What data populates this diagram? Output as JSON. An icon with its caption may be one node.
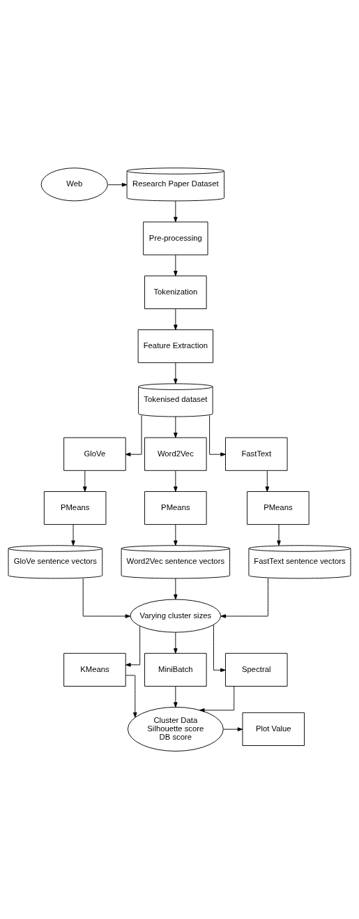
{
  "diagram": {
    "nodes": [
      {
        "text": [
          "Web"
        ]
      },
      {
        "text": [
          "Research Paper Dataset"
        ]
      },
      {
        "text": [
          "Pre-processing"
        ]
      },
      {
        "text": [
          "Tokenization"
        ]
      },
      {
        "text": [
          "Feature Extraction"
        ]
      },
      {
        "text": [
          "Tokenised dataset"
        ]
      },
      {
        "text": [
          "GloVe"
        ]
      },
      {
        "text": [
          "Word2Vec"
        ]
      },
      {
        "text": [
          "FastText"
        ]
      },
      {
        "text": [
          "PMeans"
        ]
      },
      {
        "text": [
          "PMeans"
        ]
      },
      {
        "text": [
          "PMeans"
        ]
      },
      {
        "text": [
          "GloVe sentence vectors"
        ]
      },
      {
        "text": [
          "Word2Vec sentence vectors"
        ]
      },
      {
        "text": [
          "FastText sentence vectors"
        ]
      },
      {
        "text": [
          "Varying cluster sizes"
        ]
      },
      {
        "text": [
          "KMeans"
        ]
      },
      {
        "text": [
          "MiniBatch"
        ]
      },
      {
        "text": [
          "Spectral"
        ]
      },
      {
        "text": [
          "Cluster Data",
          "Silhouette score",
          "DB score"
        ]
      },
      {
        "text": [
          "Plot Value"
        ]
      }
    ],
    "edges": [
      {
        "from": 0,
        "to": 1,
        "arrow": "to"
      },
      {
        "from": 1,
        "to": 2,
        "arrow": "to"
      },
      {
        "from": 2,
        "to": 3,
        "arrow": "to"
      },
      {
        "from": 3,
        "to": 4,
        "arrow": "to"
      },
      {
        "from": 4,
        "to": 5,
        "arrow": "to"
      },
      {
        "from": 5,
        "to": 6,
        "arrow": "to"
      },
      {
        "from": 5,
        "to": 7,
        "arrow": "to"
      },
      {
        "from": 5,
        "to": 8,
        "arrow": "to"
      },
      {
        "from": 6,
        "to": 9,
        "arrow": "to"
      },
      {
        "from": 7,
        "to": 10,
        "arrow": "to"
      },
      {
        "from": 8,
        "to": 11,
        "arrow": "to"
      },
      {
        "from": 9,
        "to": 12,
        "arrow": "to"
      },
      {
        "from": 10,
        "to": 13,
        "arrow": "to"
      },
      {
        "from": 11,
        "to": 14,
        "arrow": "to"
      },
      {
        "from": 12,
        "to": 15,
        "arrow": "to"
      },
      {
        "from": 13,
        "to": 15,
        "arrow": "to"
      },
      {
        "from": 14,
        "to": 15,
        "arrow": "to"
      },
      {
        "from": 15,
        "to": 16,
        "arrow": "to"
      },
      {
        "from": 15,
        "to": 17,
        "arrow": "to"
      },
      {
        "from": 15,
        "to": 18,
        "arrow": "to"
      },
      {
        "from": 16,
        "to": 19,
        "arrow": "to"
      },
      {
        "from": 17,
        "to": 19,
        "arrow": "to"
      },
      {
        "from": 18,
        "to": 19,
        "arrow": "to"
      },
      {
        "from": 19,
        "to": 20,
        "arrow": "to"
      }
    ]
  }
}
